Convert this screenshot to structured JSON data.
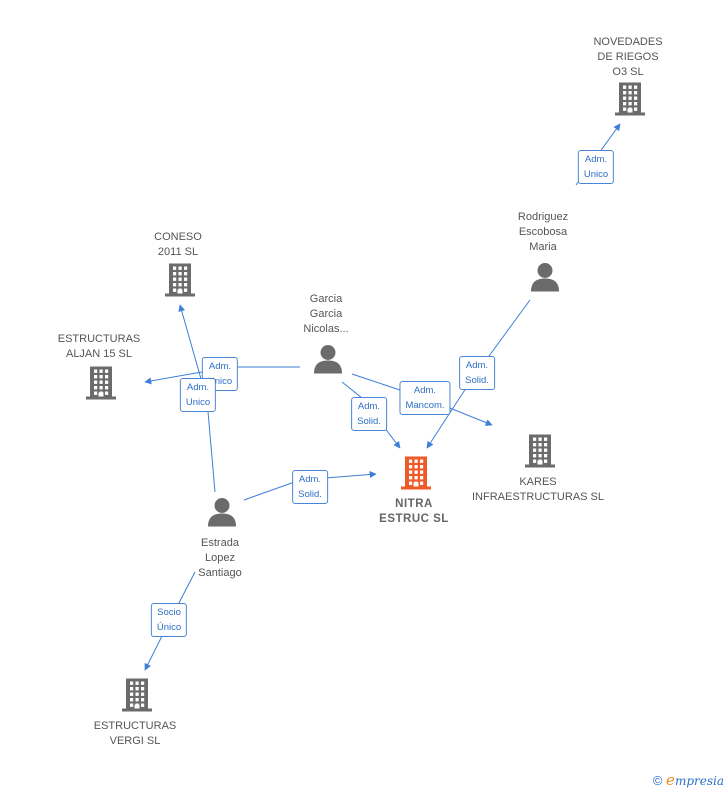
{
  "nodes": [
    {
      "id": "novedades",
      "type": "company",
      "label": "NOVEDADES\nDE RIEGOS\nO3  SL"
    },
    {
      "id": "rodriguez",
      "type": "person",
      "label": "Rodriguez\nEscobosa\nMaria"
    },
    {
      "id": "coneso",
      "type": "company",
      "label": "CONESO\n2011 SL"
    },
    {
      "id": "garcia",
      "type": "person",
      "label": "Garcia\nGarcia\nNicolas..."
    },
    {
      "id": "aljan",
      "type": "company",
      "label": "ESTRUCTURAS\nALJAN 15  SL"
    },
    {
      "id": "kares",
      "type": "company",
      "label": "KARES\nINFRAESTRUCTURAS SL"
    },
    {
      "id": "nitra",
      "type": "main",
      "label": "NITRA\nESTRUC  SL"
    },
    {
      "id": "estrada",
      "type": "person",
      "label": "Estrada\nLopez\nSantiago"
    },
    {
      "id": "vergi",
      "type": "company",
      "label": "ESTRUCTURAS\nVERGI SL"
    }
  ],
  "edges": [
    {
      "from": "rodriguez",
      "to": "novedades",
      "label": "Adm.\nUnico"
    },
    {
      "from": "garcia",
      "to": "aljan",
      "label": "Adm.\nUnico"
    },
    {
      "from": "estrada",
      "to": "coneso",
      "label": "Adm.\nUnico"
    },
    {
      "from": "garcia",
      "to": "nitra",
      "label": "Adm.\nSolid."
    },
    {
      "from": "garcia",
      "to": "kares",
      "label": "Adm.\nMancom."
    },
    {
      "from": "rodriguez",
      "to": "nitra",
      "label": "Adm.\nSolid."
    },
    {
      "from": "estrada",
      "to": "nitra",
      "label": "Adm.\nSolid."
    },
    {
      "from": "estrada",
      "to": "vergi",
      "label": "Socio\nÚnico"
    }
  ],
  "colors": {
    "edge": "#3d7fd6",
    "company_icon": "#6b6b6b",
    "person_icon": "#6b6b6b",
    "main_icon": "#f05a28"
  },
  "copyright": {
    "symbol": "©",
    "brand_initial": "e",
    "brand_rest": "mpresia"
  }
}
